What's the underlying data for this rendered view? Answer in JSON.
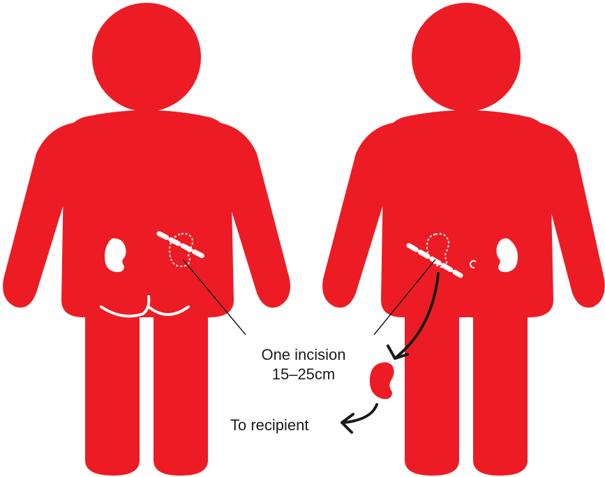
{
  "colors": {
    "body": "#ED1C24",
    "annotation_line": "#1a1a1a",
    "marks": "#ffffff"
  },
  "labels": {
    "incision_line1": "One incision",
    "incision_line2": "15–25cm",
    "to_recipient": "To recipient"
  },
  "figures": [
    {
      "name": "back-view-figure"
    },
    {
      "name": "front-view-figure"
    }
  ]
}
